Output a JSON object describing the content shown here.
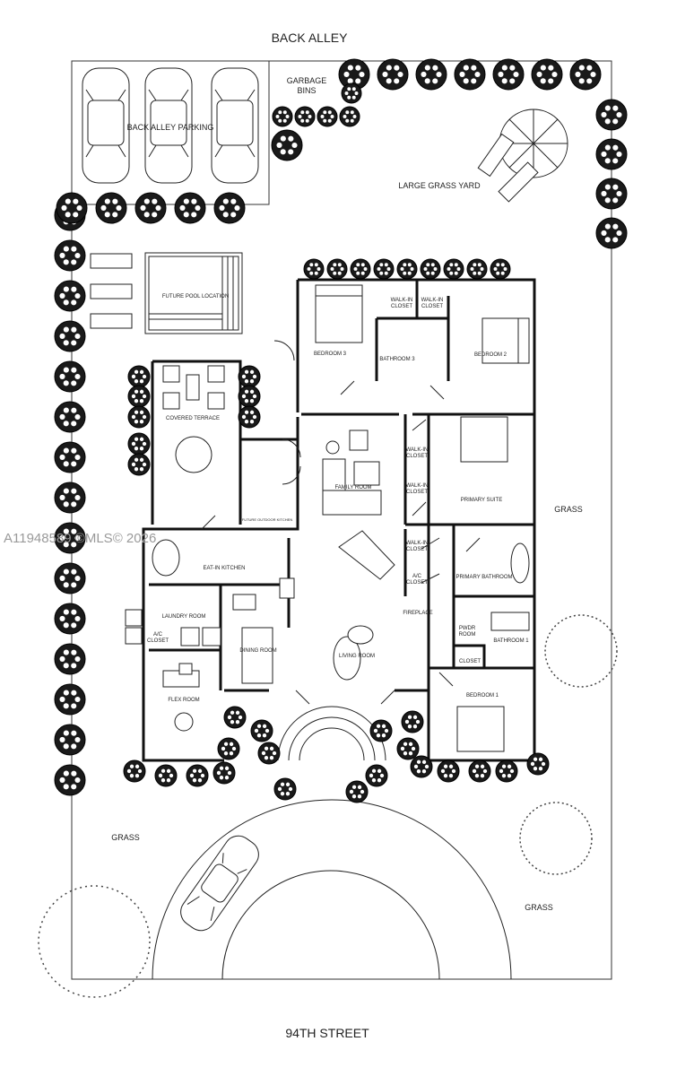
{
  "plan": {
    "top_street": "BACK ALLEY",
    "bottom_street": "94TH STREET",
    "watermark": "A11948589 ©MLS© 2026",
    "exterior_labels": {
      "parking": "BACK ALLEY PARKING",
      "garbage_line1": "GARBAGE",
      "garbage_line2": "BINS",
      "yard": "LARGE GRASS YARD",
      "pool": "FUTURE POOL LOCATION",
      "grass_right": "GRASS",
      "grass_left": "GRASS",
      "grass_bottom": "GRASS",
      "outdoor_kitchen": "FUTURE OUTDOOR KITCHEN"
    },
    "rooms": {
      "bedroom3": "BEDROOM 3",
      "wic_a1": "WALK-IN",
      "wic_a2": "CLOSET",
      "wic_b1": "WALK-IN",
      "wic_b2": "CLOSET",
      "bathroom3": "BATHROOM 3",
      "bedroom2": "BEDROOM 2",
      "covered_terrace": "COVERED TERRACE",
      "family_room": "FAMILY ROOM",
      "wic_c1": "WALK-IN",
      "wic_c2": "CLOSET",
      "wic_d1": "WALK-IN",
      "wic_d2": "CLOSET",
      "primary_suite": "PRIMARY SUITE",
      "eat_in_kitchen": "EAT-IN KITCHEN",
      "wic_e1": "WALK-IN",
      "wic_e2": "CLOSET",
      "ac_closet_1a": "A/C",
      "ac_closet_1b": "CLOSET",
      "primary_bathroom": "PRIMARY BATHROOM",
      "fireplace": "FIREPLACE",
      "laundry_room": "LAUNDRY ROOM",
      "ac_closet_2a": "A/C",
      "ac_closet_2b": "CLOSET",
      "dining_room": "DINING ROOM",
      "living_room": "LIVING ROOM",
      "powder_room_a": "PWDR",
      "powder_room_b": "ROOM",
      "bathroom1": "BATHROOM 1",
      "closet": "CLOSET",
      "bedroom1": "BEDROOM 1",
      "flex_room": "FLEX ROOM"
    }
  }
}
